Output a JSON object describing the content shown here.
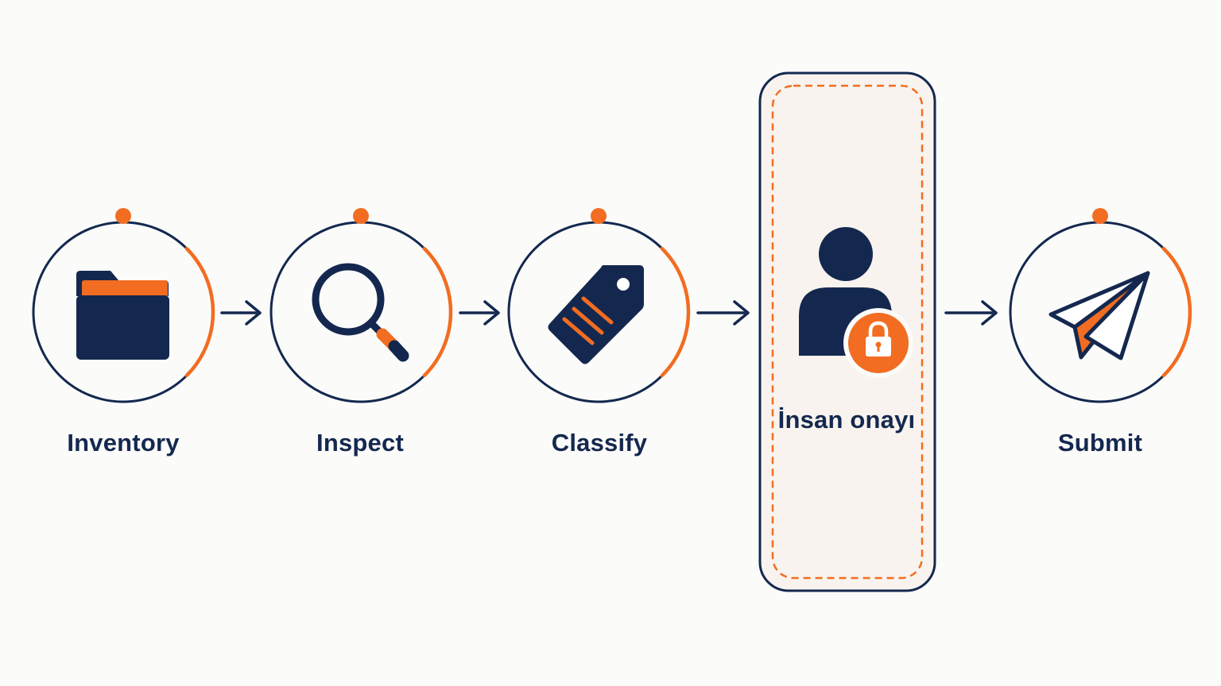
{
  "colors": {
    "navy": "#14284f",
    "orange": "#f26d21",
    "background": "#fbfbfa",
    "gate_fill": "#f8f3ee",
    "white": "#ffffff"
  },
  "steps": [
    {
      "label": "Inventory",
      "icon": "folder-icon"
    },
    {
      "label": "Inspect",
      "icon": "magnifier-icon"
    },
    {
      "label": "Classify",
      "icon": "tag-icon"
    },
    {
      "label": "İnsan onayı",
      "icon": "person-lock-icon"
    },
    {
      "label": "Submit",
      "icon": "paper-plane-icon"
    }
  ]
}
